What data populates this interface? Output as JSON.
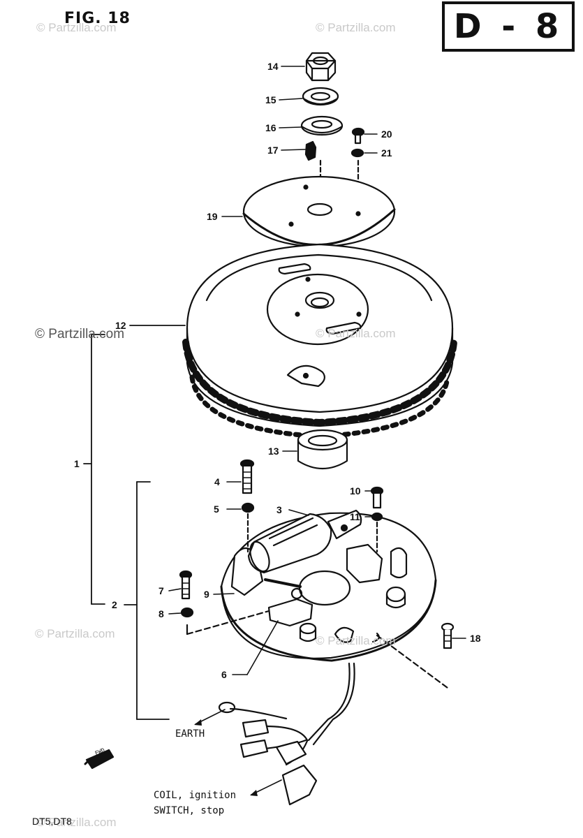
{
  "figure": {
    "title": "FIG. 18",
    "page_code": "D - 8"
  },
  "watermarks": [
    "© Partzilla.com",
    "© Partzilla.com",
    "© Partzilla.com",
    "© Partzilla.com",
    "© Partzilla.com",
    "© Partzilla.com",
    "© Partzilla.com"
  ],
  "callouts": {
    "c1": "1",
    "c2": "2",
    "c3": "3",
    "c4": "4",
    "c5": "5",
    "c6": "6",
    "c7": "7",
    "c8": "8",
    "c9": "9",
    "c10": "10",
    "c11": "11",
    "c12": "12",
    "c13": "13",
    "c14": "14",
    "c15": "15",
    "c16": "16",
    "c17": "17",
    "c18": "18",
    "c19": "19",
    "c20": "20",
    "c21": "21"
  },
  "notes": {
    "earth": "EARTH",
    "coil_ignition": "COIL, ignition",
    "switch_stop": "SWITCH, stop",
    "fwd": "FWD"
  },
  "models": "DT5,DT8"
}
